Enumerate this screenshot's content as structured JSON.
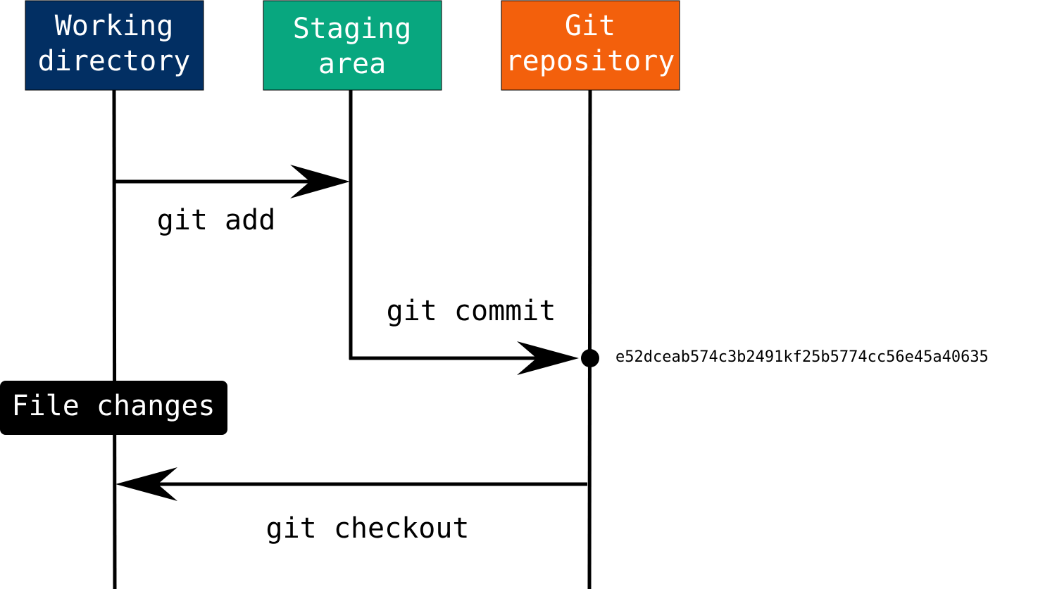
{
  "lanes": {
    "working": {
      "line1": "Working",
      "line2": "directory",
      "color": "#022f63"
    },
    "staging": {
      "line1": "Staging",
      "line2": "area",
      "color": "#08a77f"
    },
    "repo": {
      "line1": "Git",
      "line2": "repository",
      "color": "#f3600c"
    }
  },
  "arrows": {
    "add_label": "git add",
    "commit_label": "git commit",
    "checkout_label": "git checkout"
  },
  "commit": {
    "hash": "e52dceab574c3b2491kf25b5774cc56e45a40635"
  },
  "file_changes": {
    "label": "File changes",
    "color": "#000000"
  }
}
